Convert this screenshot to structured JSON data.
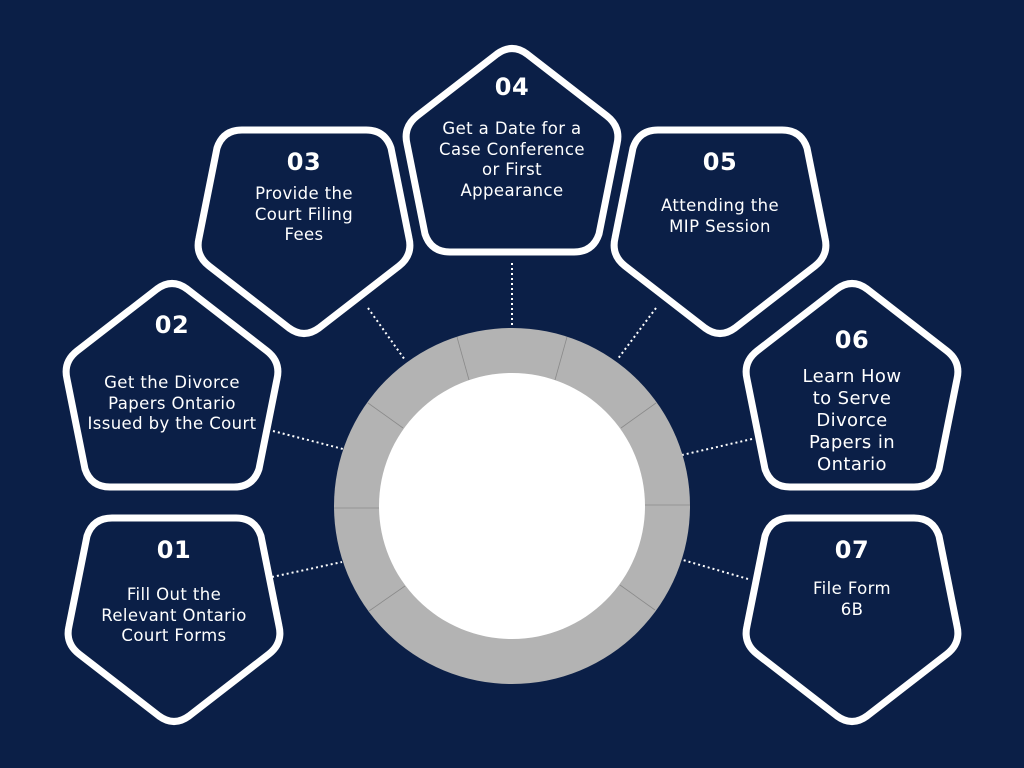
{
  "colors": {
    "background": "#0b1f47",
    "outline": "#ffffff",
    "ring": "#b3b3b3",
    "ring_divider": "#8a8a8a",
    "center": "#ffffff",
    "connector": "#ffffff"
  },
  "steps": [
    {
      "number": "01",
      "label": "Fill Out the\nRelevant Ontario\nCourt Forms"
    },
    {
      "number": "02",
      "label": "Get the Divorce\nPapers Ontario\nIssued by the Court"
    },
    {
      "number": "03",
      "label": "Provide the\nCourt Filing\nFees"
    },
    {
      "number": "04",
      "label": "Get a Date for a\nCase Conference\nor First\nAppearance"
    },
    {
      "number": "05",
      "label": "Attending the\nMIP Session"
    },
    {
      "number": "06",
      "label": "Learn How\nto Serve\nDivorce\nPapers in\nOntario"
    },
    {
      "number": "07",
      "label": "File Form\n6B"
    }
  ]
}
